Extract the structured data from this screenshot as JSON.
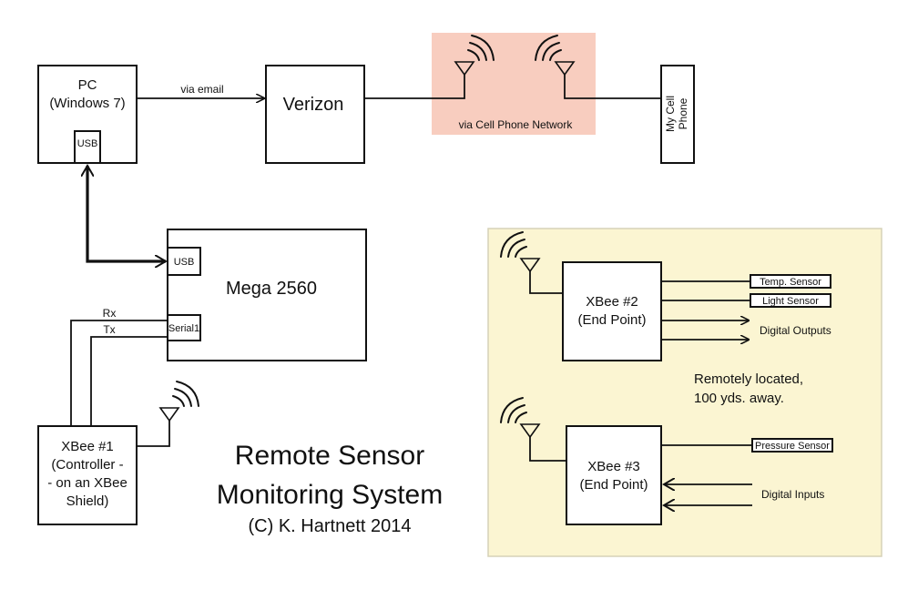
{
  "title": {
    "line1": "Remote Sensor",
    "line2": "Monitoring System",
    "copyright": "(C) K. Hartnett 2014"
  },
  "pc": {
    "line1": "PC",
    "line2": "(Windows 7)",
    "usb": "USB"
  },
  "email_label": "via email",
  "verizon": "Verizon",
  "cell_network_label": "via Cell Phone Network",
  "phone": {
    "line1": "My Cell",
    "line2": "Phone"
  },
  "mega": {
    "name": "Mega 2560",
    "usb": "USB",
    "serial": "Serial1"
  },
  "serial_lines": {
    "rx": "Rx",
    "tx": "Tx"
  },
  "xbee1": {
    "line1": "XBee #1",
    "line2": "(Controller -",
    "line3": "- on an XBee",
    "line4": "Shield)"
  },
  "remote": {
    "note_line1": "Remotely located,",
    "note_line2": "100 yds. away.",
    "xbee2": {
      "line1": "XBee #2",
      "line2": "(End Point)"
    },
    "xbee3": {
      "line1": "XBee #3",
      "line2": "(End Point)"
    },
    "temp_sensor": "Temp. Sensor",
    "light_sensor": "Light Sensor",
    "digital_outputs": "Digital Outputs",
    "pressure_sensor": "Pressure Sensor",
    "digital_inputs": "Digital Inputs"
  },
  "colors": {
    "cell_network_bg": "#f8cdbf",
    "remote_bg": "#fbf5d2"
  }
}
